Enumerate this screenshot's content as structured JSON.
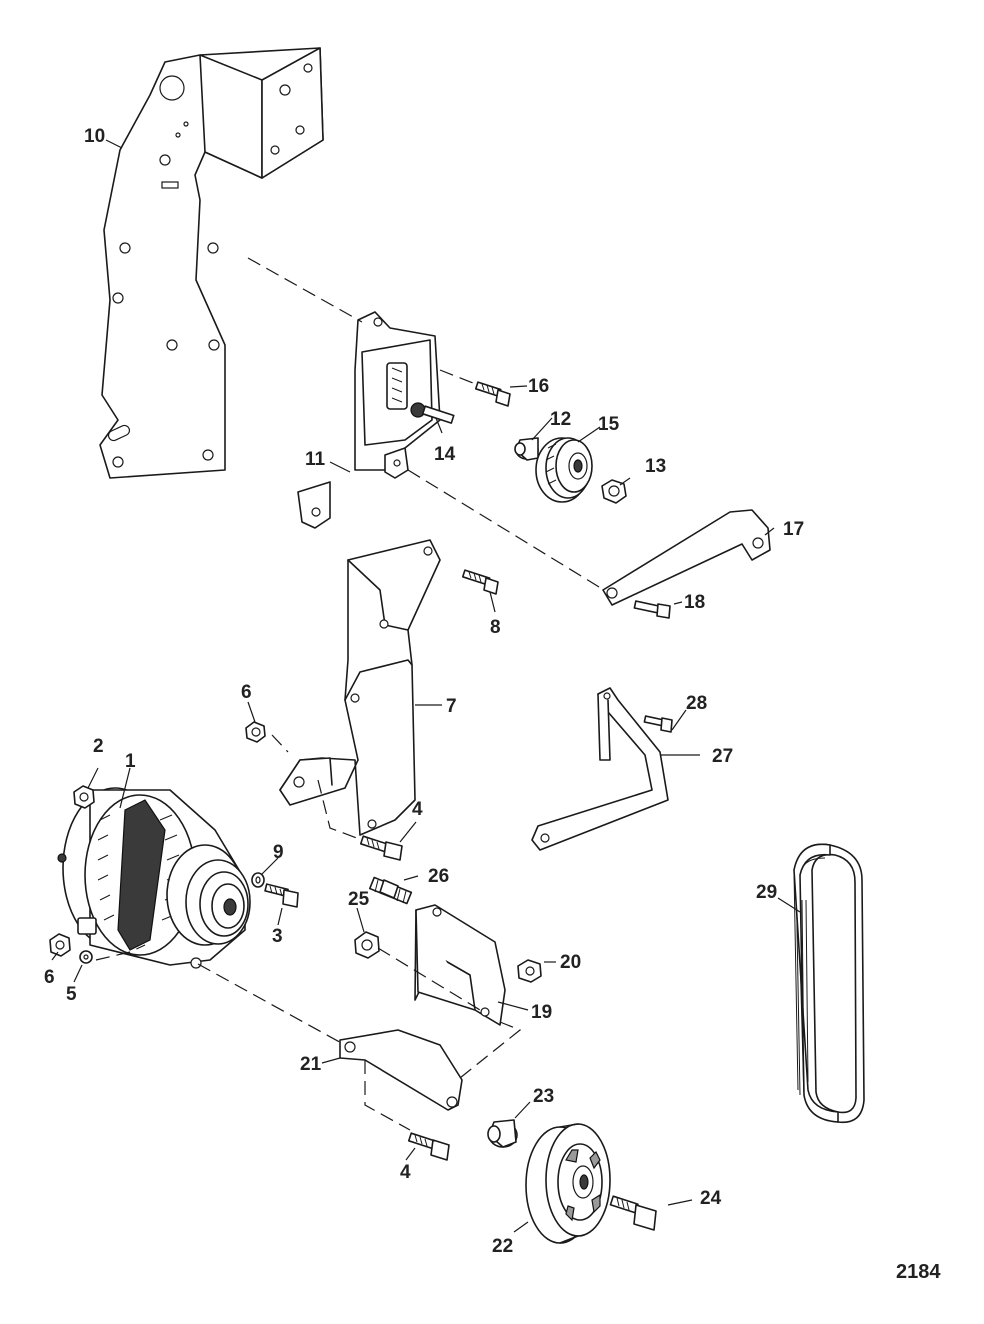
{
  "figure_number": "2184",
  "callouts": [
    {
      "id": "c10",
      "text": "10"
    },
    {
      "id": "c16",
      "text": "16"
    },
    {
      "id": "c12",
      "text": "12"
    },
    {
      "id": "c15",
      "text": "15"
    },
    {
      "id": "c14",
      "text": "14"
    },
    {
      "id": "c11",
      "text": "11"
    },
    {
      "id": "c13",
      "text": "13"
    },
    {
      "id": "c17",
      "text": "17"
    },
    {
      "id": "c18",
      "text": "18"
    },
    {
      "id": "c8",
      "text": "8"
    },
    {
      "id": "c7",
      "text": "7"
    },
    {
      "id": "c6a",
      "text": "6"
    },
    {
      "id": "c28",
      "text": "28"
    },
    {
      "id": "c27",
      "text": "27"
    },
    {
      "id": "c2",
      "text": "2"
    },
    {
      "id": "c1",
      "text": "1"
    },
    {
      "id": "c4a",
      "text": "4"
    },
    {
      "id": "c9",
      "text": "9"
    },
    {
      "id": "c26",
      "text": "26"
    },
    {
      "id": "c25",
      "text": "25"
    },
    {
      "id": "c3",
      "text": "3"
    },
    {
      "id": "c29",
      "text": "29"
    },
    {
      "id": "c20",
      "text": "20"
    },
    {
      "id": "c6b",
      "text": "6"
    },
    {
      "id": "c5",
      "text": "5"
    },
    {
      "id": "c19",
      "text": "19"
    },
    {
      "id": "c21",
      "text": "21"
    },
    {
      "id": "c23",
      "text": "23"
    },
    {
      "id": "c4b",
      "text": "4"
    },
    {
      "id": "c24",
      "text": "24"
    },
    {
      "id": "c22",
      "text": "22"
    }
  ]
}
